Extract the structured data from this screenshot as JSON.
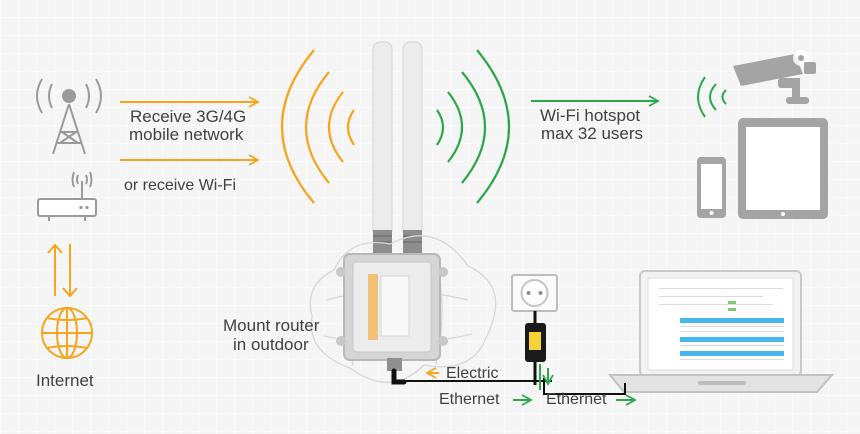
{
  "diagram": {
    "labels": {
      "receive_line_1": "Receive 3G/4G",
      "receive_line_2": "mobile network",
      "or_receive_wifi": "or receive Wi-Fi",
      "hotspot_line_1": "Wi-Fi hotspot",
      "hotspot_line_2": "max 32 users",
      "mount_line_1": "Mount router",
      "mount_line_2": "in outdoor",
      "electric": "Electric",
      "ethernet_1": "Ethernet",
      "ethernet_2": "Ethernet",
      "internet": "Internet"
    },
    "colors": {
      "orange": "#f7a41f",
      "green": "#2ca84a",
      "gray": "#8a8a8a",
      "device_gray": "#a4a4a4",
      "panel_blue": "#47b6ea",
      "text": "#414141"
    },
    "icons": [
      "cell-tower-icon",
      "wifi-router-icon",
      "exchange-arrows-icon",
      "globe-icon",
      "camera-icon",
      "tablet-icon",
      "phone-icon",
      "laptop-icon",
      "power-adapter-icon",
      "wall-socket-icon"
    ]
  }
}
